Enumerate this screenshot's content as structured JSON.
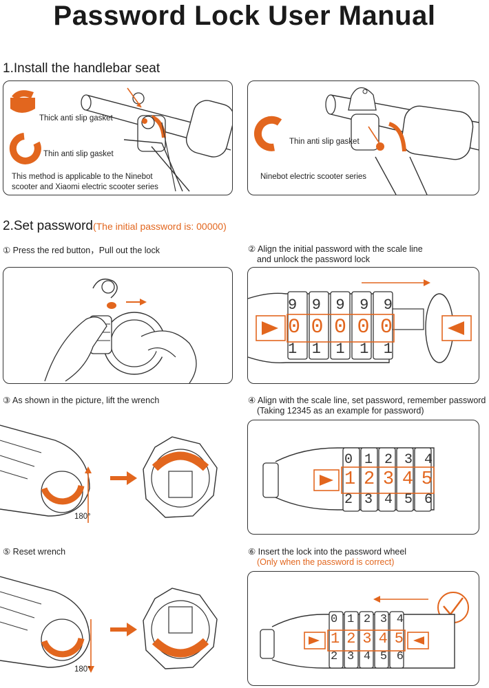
{
  "title": "Password Lock User Manual",
  "section1": {
    "heading": "1.Install the handlebar seat",
    "panel_left": {
      "thick_label": "Thick anti slip gasket",
      "thin_label": "Thin anti slip gasket",
      "note_line1": "This method is applicable to the Ninebot",
      "note_line2": "scooter and Xiaomi electric scooter series"
    },
    "panel_right": {
      "thin_label": "Thin anti slip gasket",
      "series_label": "Ninebot electric scooter series"
    }
  },
  "section2": {
    "heading": "2.Set password",
    "heading_note": "(The initial password is: 00000)",
    "step1": {
      "label": "① Press the red button，Pull out the lock"
    },
    "step2": {
      "label_line1": "② Align the initial password with the scale line",
      "label_line2": "and unlock the password lock",
      "top_digits": [
        "9",
        "9",
        "9",
        "9",
        "9"
      ],
      "mid_digits": [
        "0",
        "0",
        "0",
        "0",
        "0"
      ],
      "bot_digits": [
        "1",
        "1",
        "1",
        "1",
        "1"
      ]
    },
    "step3": {
      "label": "③ As shown in the picture, lift the wrench",
      "angle": "180°"
    },
    "step4": {
      "label_line1": "④ Align with the scale line, set password, remember password",
      "label_line2": "(Taking 12345 as an example for password)",
      "top_digits": [
        "0",
        "1",
        "2",
        "3",
        "4"
      ],
      "mid_digits": [
        "1",
        "2",
        "3",
        "4",
        "5"
      ],
      "bot_digits": [
        "2",
        "3",
        "4",
        "5",
        "6"
      ]
    },
    "step5": {
      "label": "⑤ Reset wrench",
      "angle": "180°"
    },
    "step6": {
      "label_line1": "⑥ Insert the lock into the password wheel",
      "label_line2": "(Only when the password is correct)",
      "top_digits": [
        "0",
        "1",
        "2",
        "3",
        "4"
      ],
      "mid_digits": [
        "1",
        "2",
        "3",
        "4",
        "5"
      ],
      "bot_digits": [
        "2",
        "3",
        "4",
        "5",
        "6"
      ]
    }
  },
  "colors": {
    "accent": "#e2661e",
    "line": "#333333"
  }
}
